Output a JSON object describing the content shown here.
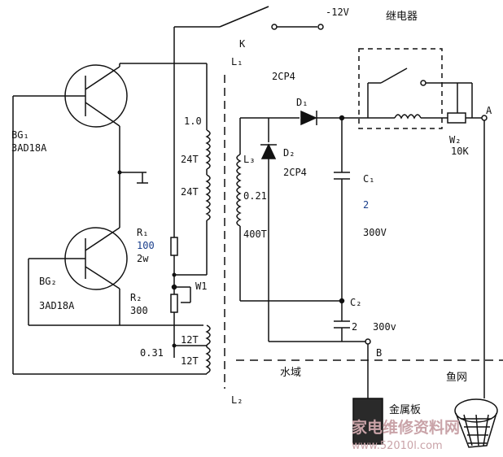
{
  "labels": {
    "supply": "-12V",
    "switch_k": "K",
    "relay": "继电器",
    "l1": "L₁",
    "l2": "L₂",
    "l3": "L₃",
    "d_type_top": "2CP4",
    "d1": "D₁",
    "d2": "D₂",
    "d2_type": "2CP4",
    "bg1": "BG₁",
    "bg1_type": "3AD18A",
    "bg2": "BG₂",
    "bg2_type": "3AD18A",
    "coil_a_wire": "1.0",
    "coil_a_turns": "24T",
    "coil_b_turns": "24T",
    "l3_wire": "0.21",
    "l3_turns": "400T",
    "r1": "R₁",
    "r1_value": "100",
    "r1_power": "2w",
    "r2": "R₂",
    "r2_value": "300",
    "w1": "W1",
    "fb_wire": "0.31",
    "fb_turns_a": "12T",
    "fb_turns_b": "12T",
    "c1": "C₁",
    "c1_value": "2",
    "c1_voltage": "300V",
    "c2": "C₂",
    "c2_value": "2",
    "c2_voltage": "300v",
    "w2": "W₂",
    "w2_value": "10K",
    "node_a": "A",
    "node_b": "B",
    "water": "水域",
    "fish_net": "鱼网",
    "metal_plate": "金属板"
  },
  "watermark": {
    "text": "家电维修资料网",
    "url": "www.52010l.com"
  }
}
